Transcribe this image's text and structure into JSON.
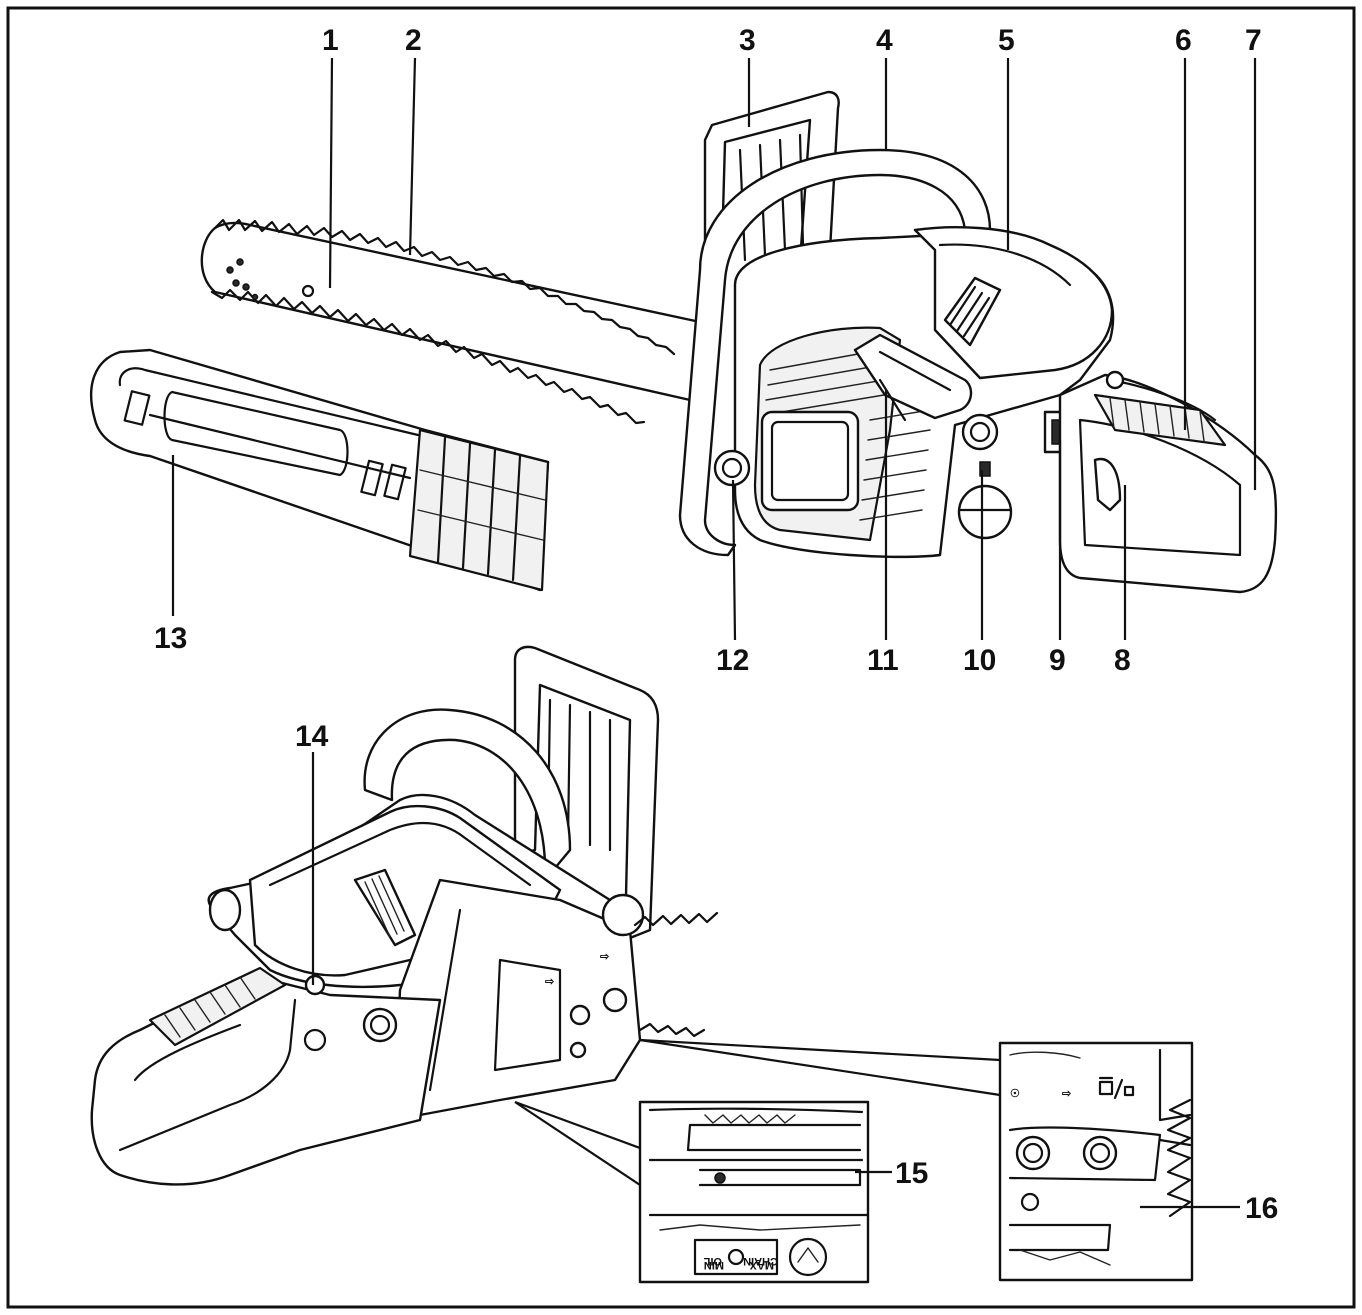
{
  "diagram": {
    "callouts": [
      {
        "id": "1",
        "label": "1"
      },
      {
        "id": "2",
        "label": "2"
      },
      {
        "id": "3",
        "label": "3"
      },
      {
        "id": "4",
        "label": "4"
      },
      {
        "id": "5",
        "label": "5"
      },
      {
        "id": "6",
        "label": "6"
      },
      {
        "id": "7",
        "label": "7"
      },
      {
        "id": "8",
        "label": "8"
      },
      {
        "id": "9",
        "label": "9"
      },
      {
        "id": "10",
        "label": "10"
      },
      {
        "id": "11",
        "label": "11"
      },
      {
        "id": "12",
        "label": "12"
      },
      {
        "id": "13",
        "label": "13"
      },
      {
        "id": "14",
        "label": "14"
      },
      {
        "id": "15",
        "label": "15"
      },
      {
        "id": "16",
        "label": "16"
      }
    ],
    "inset_markings": {
      "oil_min": "MIN",
      "oil_max": "MAX",
      "oil_word": "OIL",
      "chain_word": "CHAIN"
    }
  }
}
